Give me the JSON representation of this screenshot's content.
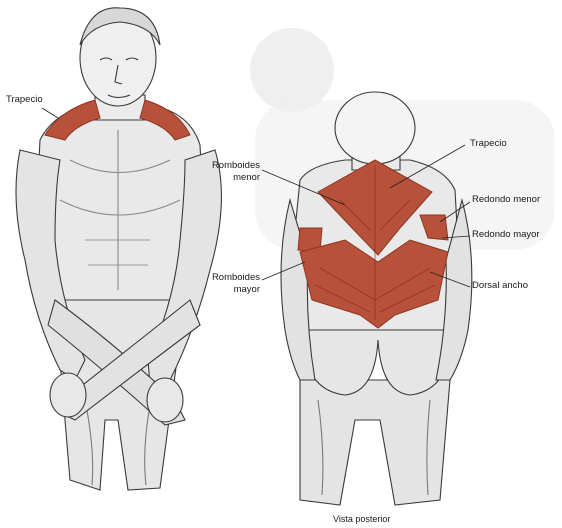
{
  "labels": {
    "trapecio_front": "Trapecio",
    "trapecio_back": "Trapecio",
    "romboides_menor": [
      "Romboides",
      "menor"
    ],
    "romboides_mayor": [
      "Romboides",
      "mayor"
    ],
    "redondo_menor": "Redondo menor",
    "redondo_mayor": "Redondo mayor",
    "dorsal_ancho": "Dorsal ancho",
    "caption": "Vista posterior"
  },
  "colors": {
    "highlighted_muscle": "#b8513a",
    "highlighted_muscle_dark": "#8e3522",
    "line_art": "#3a3a3a",
    "shading": "#8a8a8a",
    "skin": "#ececec",
    "watermark": "#ededed"
  },
  "icons": {
    "front_figure": "anterior-figure-bent-forward-icon",
    "back_figure": "posterior-figure-back-muscles-icon"
  }
}
